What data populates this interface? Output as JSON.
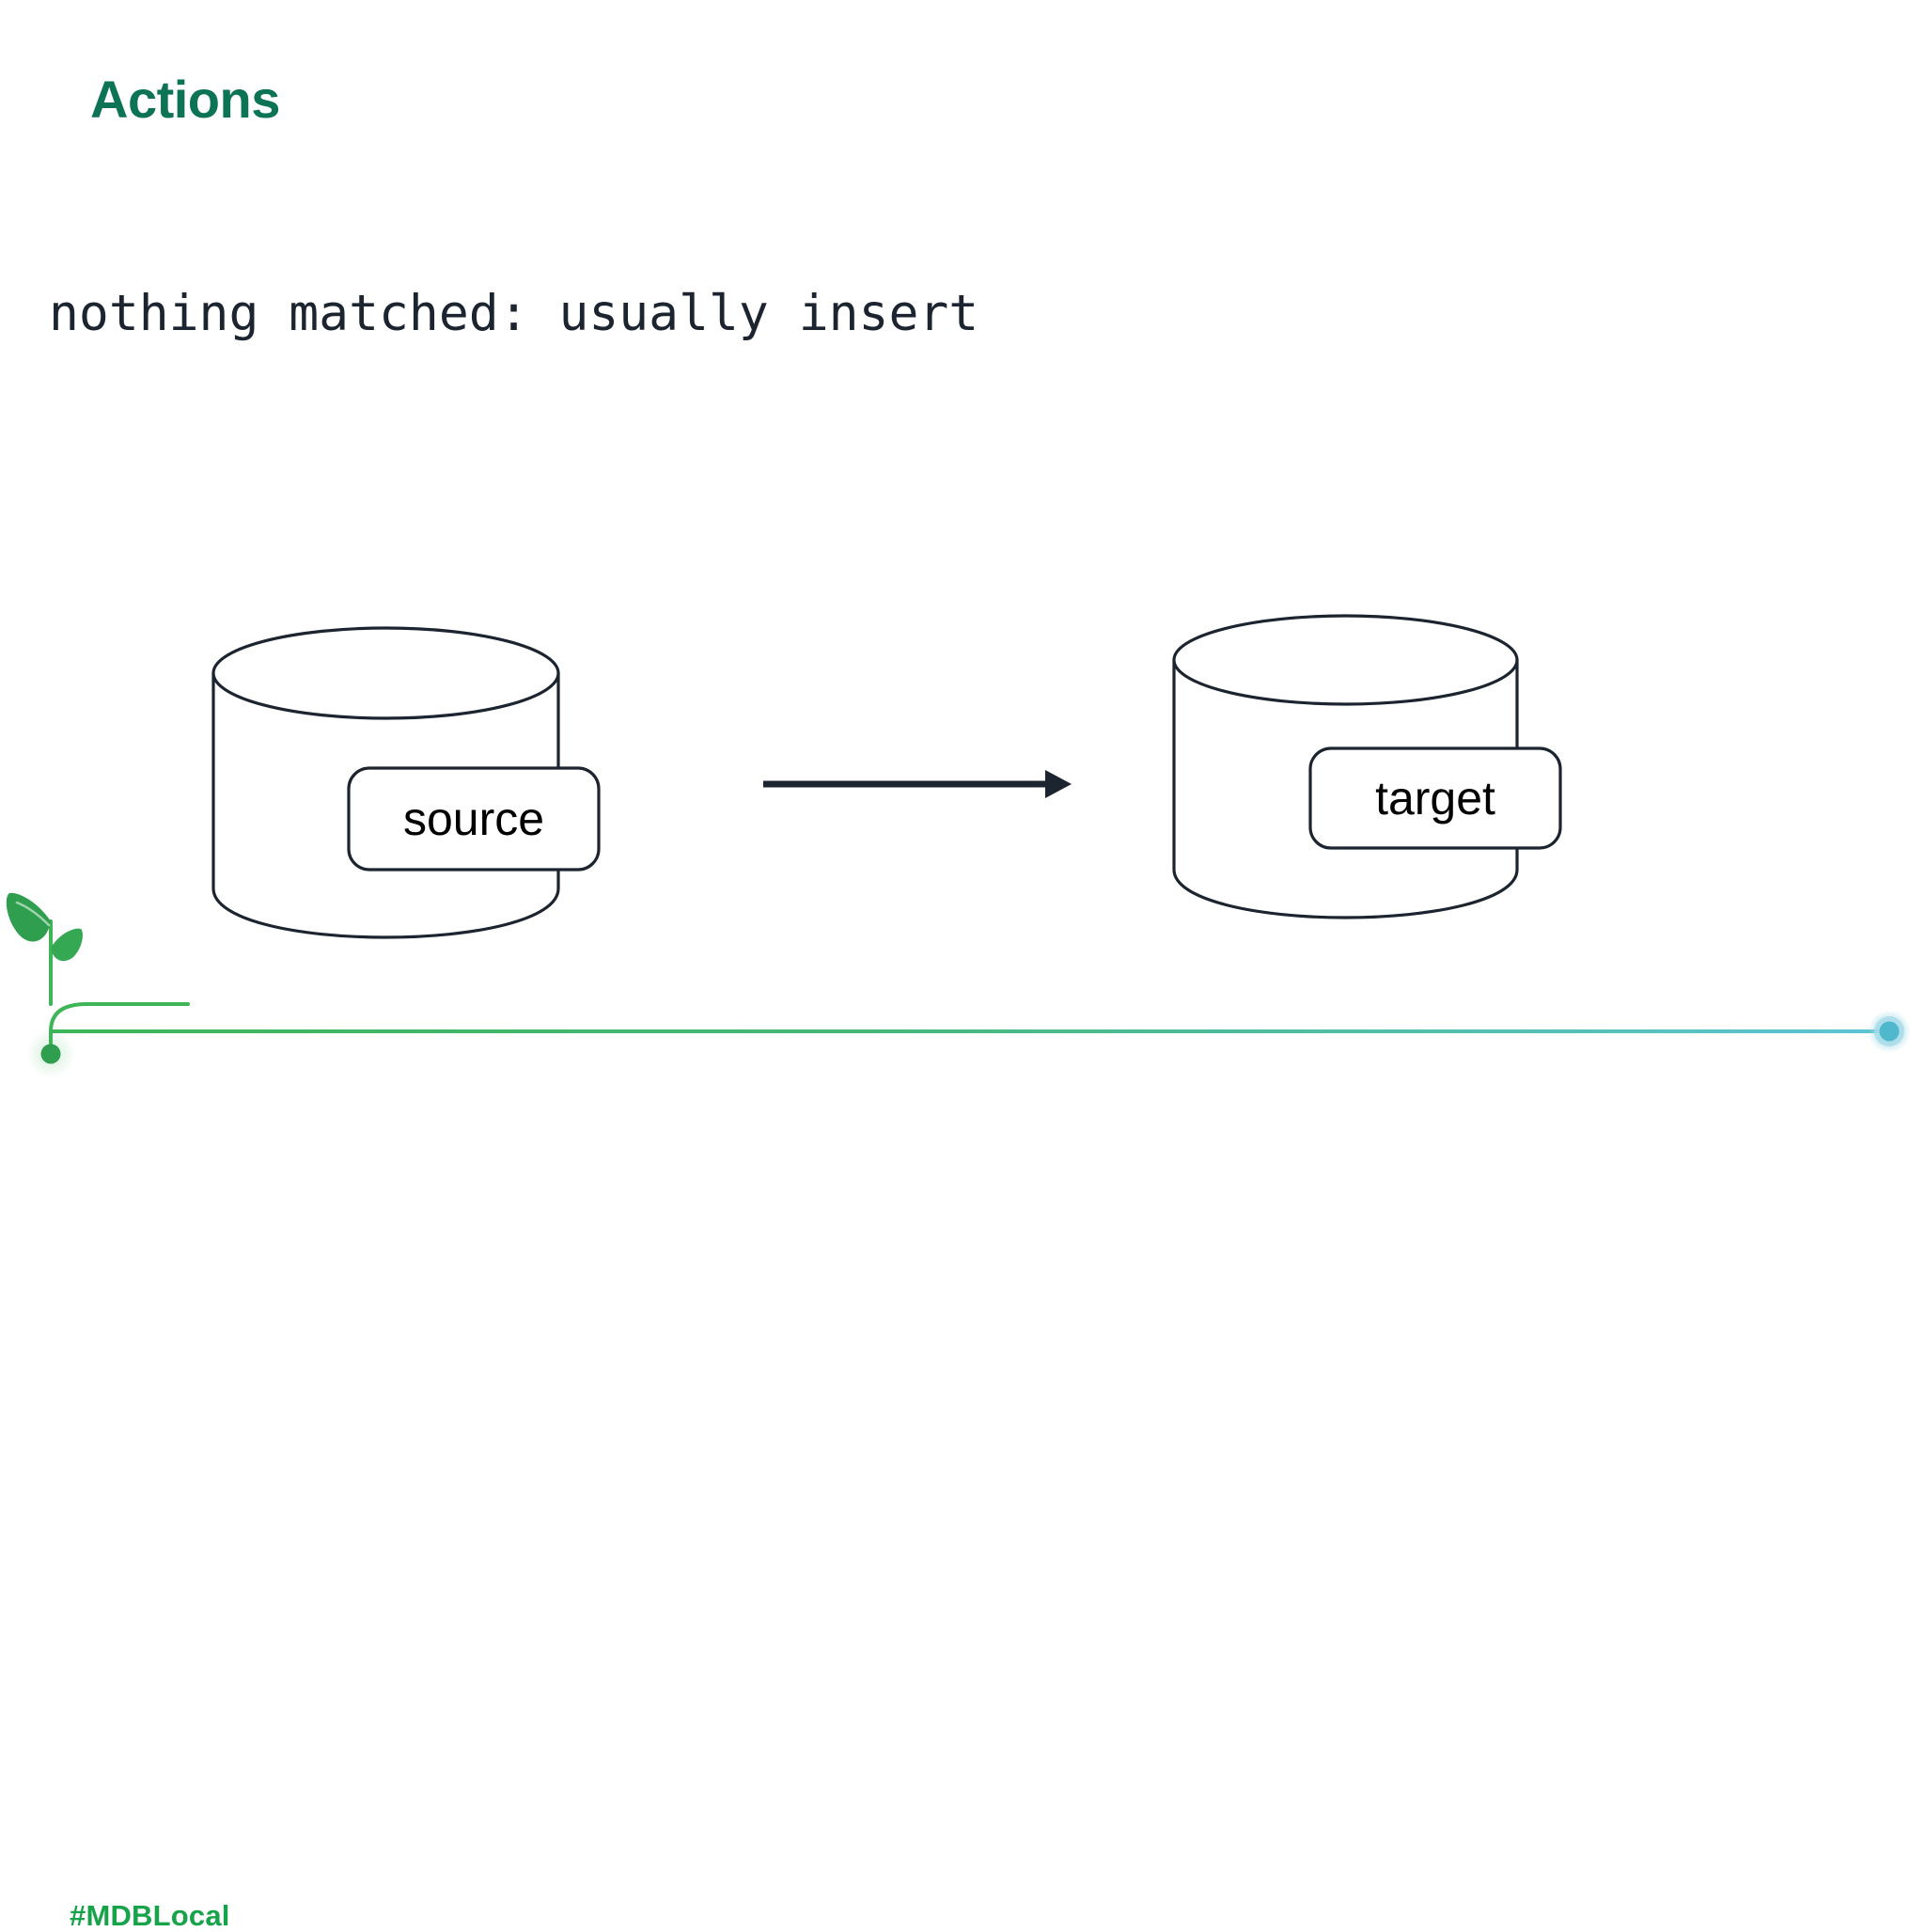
{
  "slide": {
    "title": "Actions",
    "title_color": "#0d7355",
    "background": "#ffffff",
    "body_text": "nothing matched: usually insert",
    "body_color": "#1c2430"
  },
  "diagram": {
    "type": "flow",
    "stroke_color": "#1c2430",
    "arrow_color": "#1c2430",
    "nodes": [
      {
        "id": "source",
        "shape": "cylinder",
        "label": "source"
      },
      {
        "id": "target",
        "shape": "cylinder",
        "label": "target"
      }
    ],
    "edges": [
      {
        "from": "source",
        "to": "target",
        "style": "solid-arrow",
        "label": ""
      }
    ]
  },
  "footer": {
    "hashtag": "#MDBLocal",
    "hashtag_color": "#16a34a",
    "logo": "sprout-leaf-icon",
    "line_start_color": "#3eb557",
    "line_end_color": "#5ec4d8",
    "end_dot_color": "#4fb8cc"
  }
}
